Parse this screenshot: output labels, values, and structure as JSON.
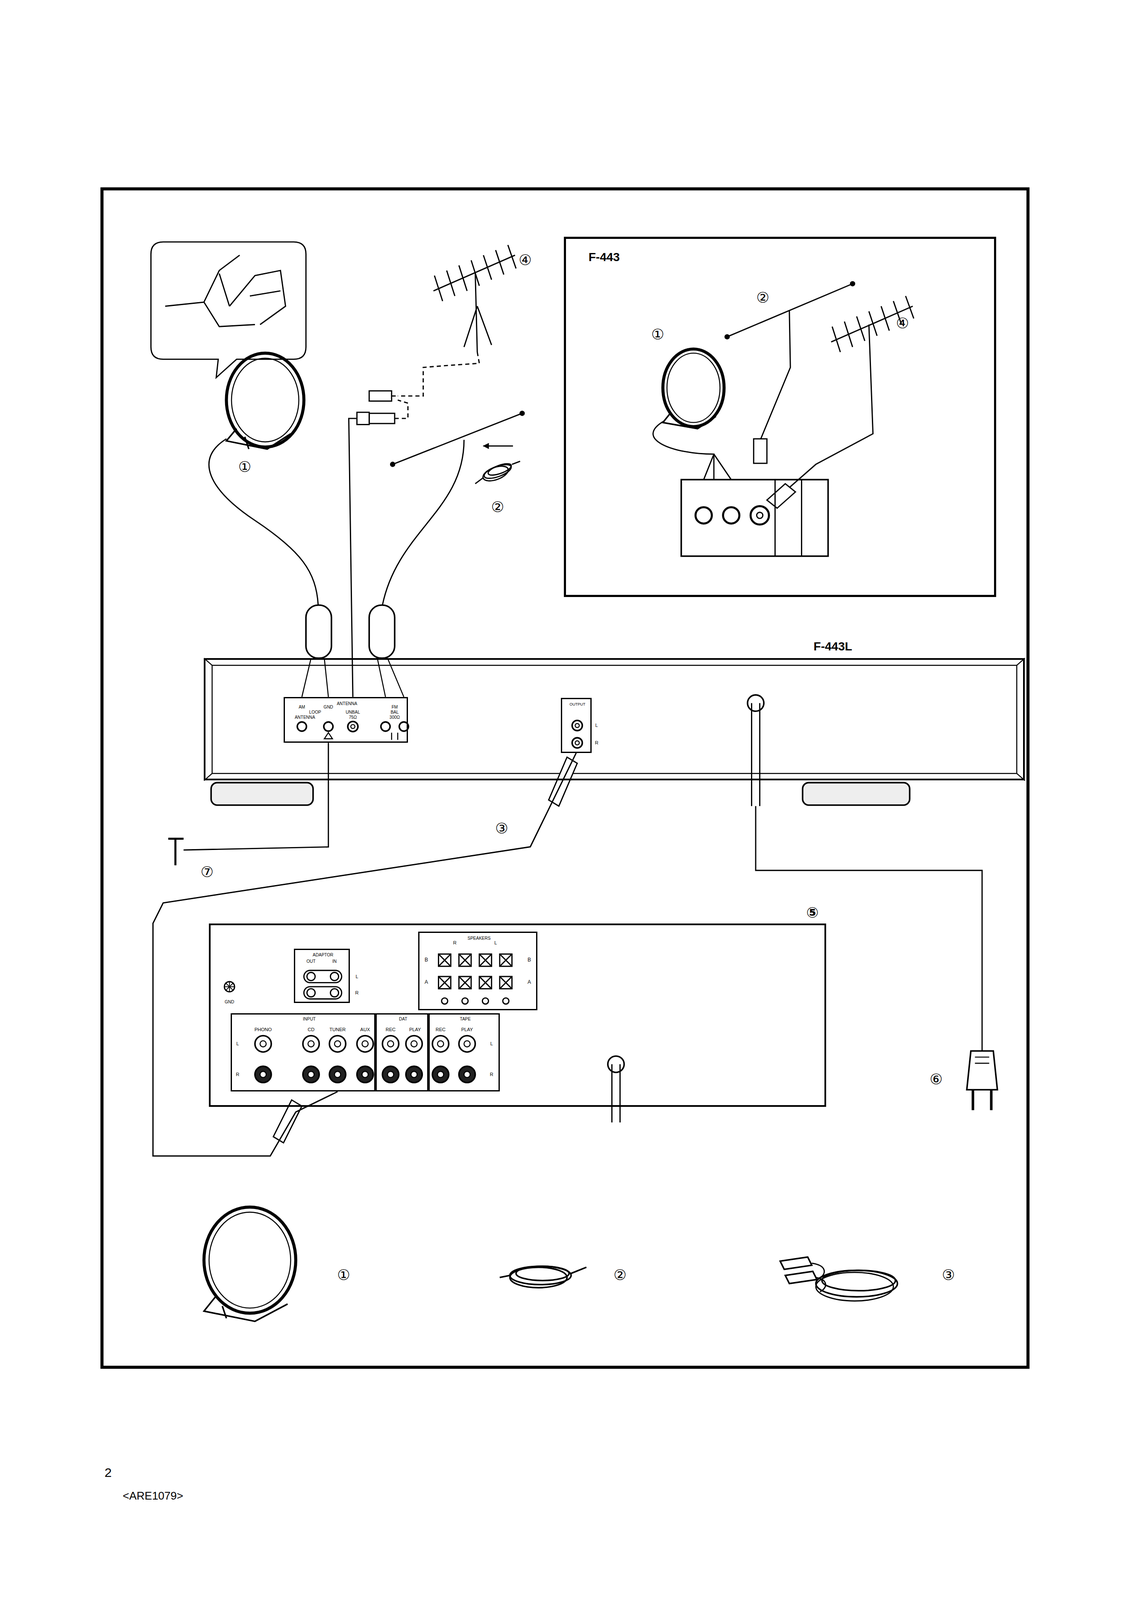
{
  "diagram": {
    "nodes": [
      {
        "text": [
          "F-443"
        ]
      },
      {
        "text": [
          "F-443L"
        ]
      },
      {
        "text": [
          "ANTENNA"
        ],
        "in": 1
      },
      {
        "text": [
          "OUTPUT"
        ],
        "in": 1
      },
      {
        "text": [
          "⑤"
        ]
      },
      {
        "text": [
          "ADAPTOR"
        ],
        "in": 4
      },
      {
        "text": [
          "SPEAKERS"
        ],
        "in": 4
      },
      {
        "text": [
          "INPUT"
        ],
        "in": 4
      },
      {
        "text": [
          "DAT"
        ],
        "in": 4
      },
      {
        "text": [
          "TAPE"
        ],
        "in": 4
      }
    ],
    "edges": [
      {
        "from": 3,
        "to": 7,
        "arrow": "none",
        "label": "③"
      }
    ],
    "labels": [
      "①",
      "④",
      "②",
      "①",
      "②",
      "④",
      "⑦",
      "⑥",
      "①",
      "②",
      "③",
      "AM",
      "GND",
      "FM",
      "LOOP",
      "UNBAL",
      "BAL",
      "ANTENNA",
      "75Ω",
      "300Ω",
      "L",
      "R",
      "OUT",
      "IN",
      "L",
      "R",
      "R",
      "L",
      "B",
      "A",
      "B",
      "A",
      "PHONO",
      "CD",
      "TUNER",
      "AUX",
      "L",
      "R",
      "REC",
      "PLAY",
      "REC",
      "PLAY",
      "L",
      "R",
      "GND",
      "2",
      "<ARE1079>"
    ]
  }
}
